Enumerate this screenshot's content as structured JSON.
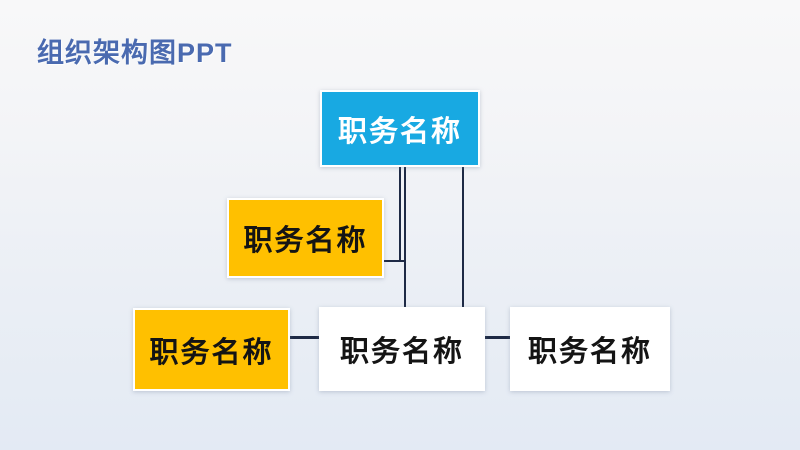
{
  "slide": {
    "title": "组织架构图PPT",
    "title_color": "#4a6ab0",
    "background_top": "#f8f8f9",
    "background_bottom": "#e3eaf4"
  },
  "org_chart": {
    "connector_color": "#1e2a45",
    "node_border_color": "#ffffff",
    "nodes": [
      {
        "id": "root",
        "level": 1,
        "label": "职务名称",
        "fill": "#18a9e2",
        "text_color": "#ffffff"
      },
      {
        "id": "assistant",
        "level": 2,
        "label": "职务名称",
        "fill": "#ffc000",
        "text_color": "#141414"
      },
      {
        "id": "child-left",
        "level": 3,
        "label": "职务名称",
        "fill": "#ffc000",
        "text_color": "#141414"
      },
      {
        "id": "child-middle",
        "level": 3,
        "label": "职务名称",
        "fill": "#ffffff",
        "text_color": "#141414"
      },
      {
        "id": "child-right",
        "level": 3,
        "label": "职务名称",
        "fill": "#ffffff",
        "text_color": "#141414"
      }
    ]
  }
}
